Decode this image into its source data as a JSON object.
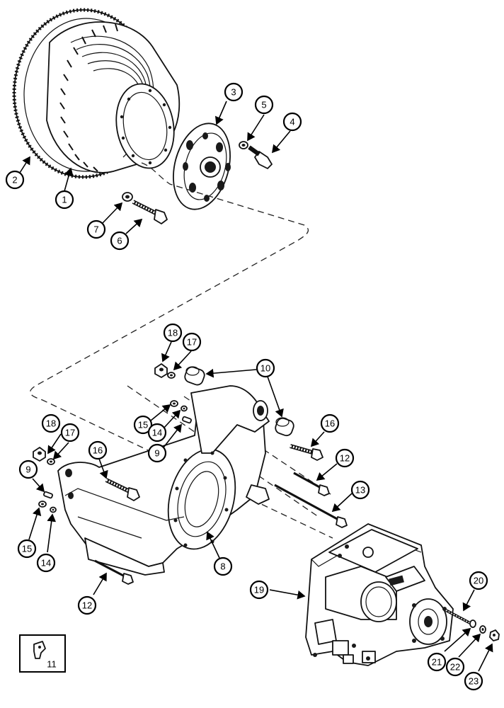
{
  "callouts": [
    "1",
    "2",
    "3",
    "4",
    "5",
    "6",
    "7",
    "8",
    "9",
    "10",
    "11",
    "12",
    "13",
    "14",
    "15",
    "16",
    "17",
    "18",
    "19",
    "20",
    "21",
    "22",
    "23"
  ],
  "inset_label": "11"
}
